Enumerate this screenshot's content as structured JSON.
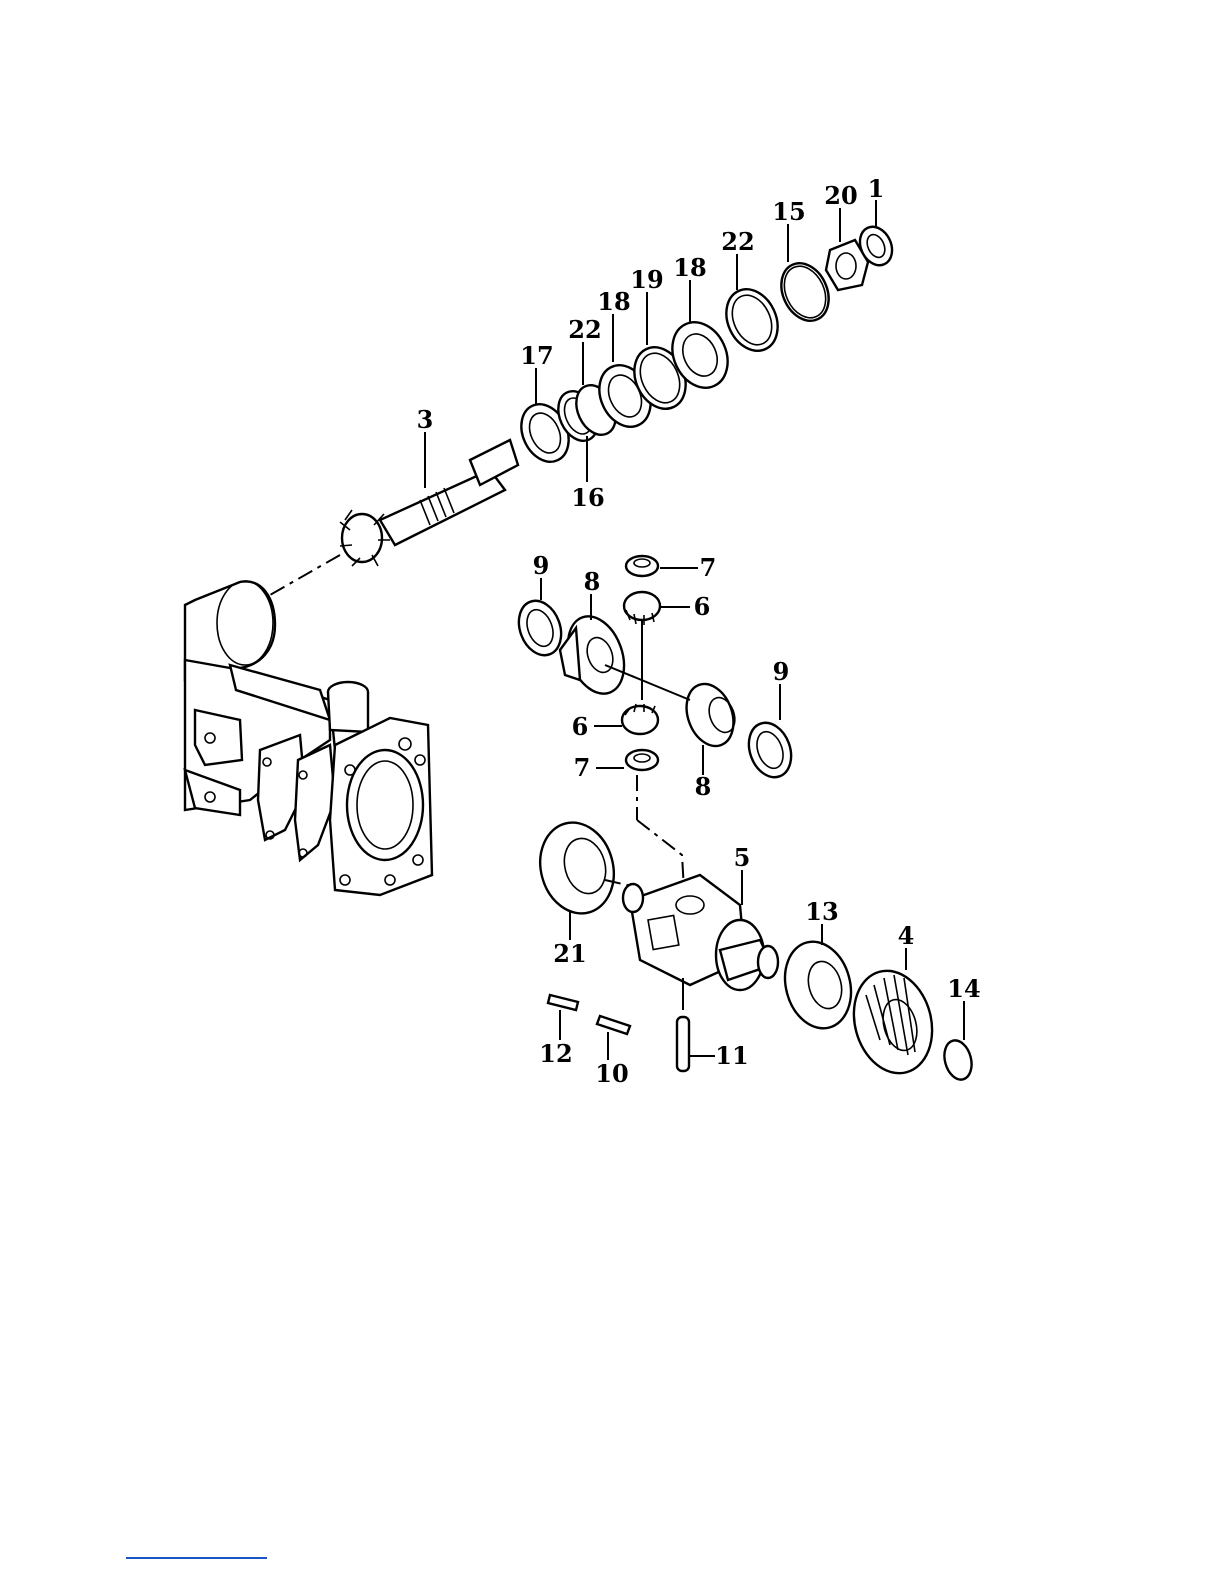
{
  "labels": {
    "l1": "1",
    "l20": "20",
    "l15": "15",
    "l22a": "22",
    "l18a": "18",
    "l19": "19",
    "l18b": "18",
    "l22b": "22",
    "l17": "17",
    "l16": "16",
    "l3": "3",
    "l9a": "9",
    "l8a": "8",
    "l7a": "7",
    "l6a": "6",
    "l9b": "9",
    "l6b": "6",
    "l7b": "7",
    "l8b": "8",
    "l5": "5",
    "l21": "21",
    "l13": "13",
    "l4": "4",
    "l14": "14",
    "l12": "12",
    "l10": "10",
    "l11": "11"
  },
  "colors": {
    "ink": "#000000",
    "paper": "#ffffff",
    "link": "#1a56c8"
  }
}
